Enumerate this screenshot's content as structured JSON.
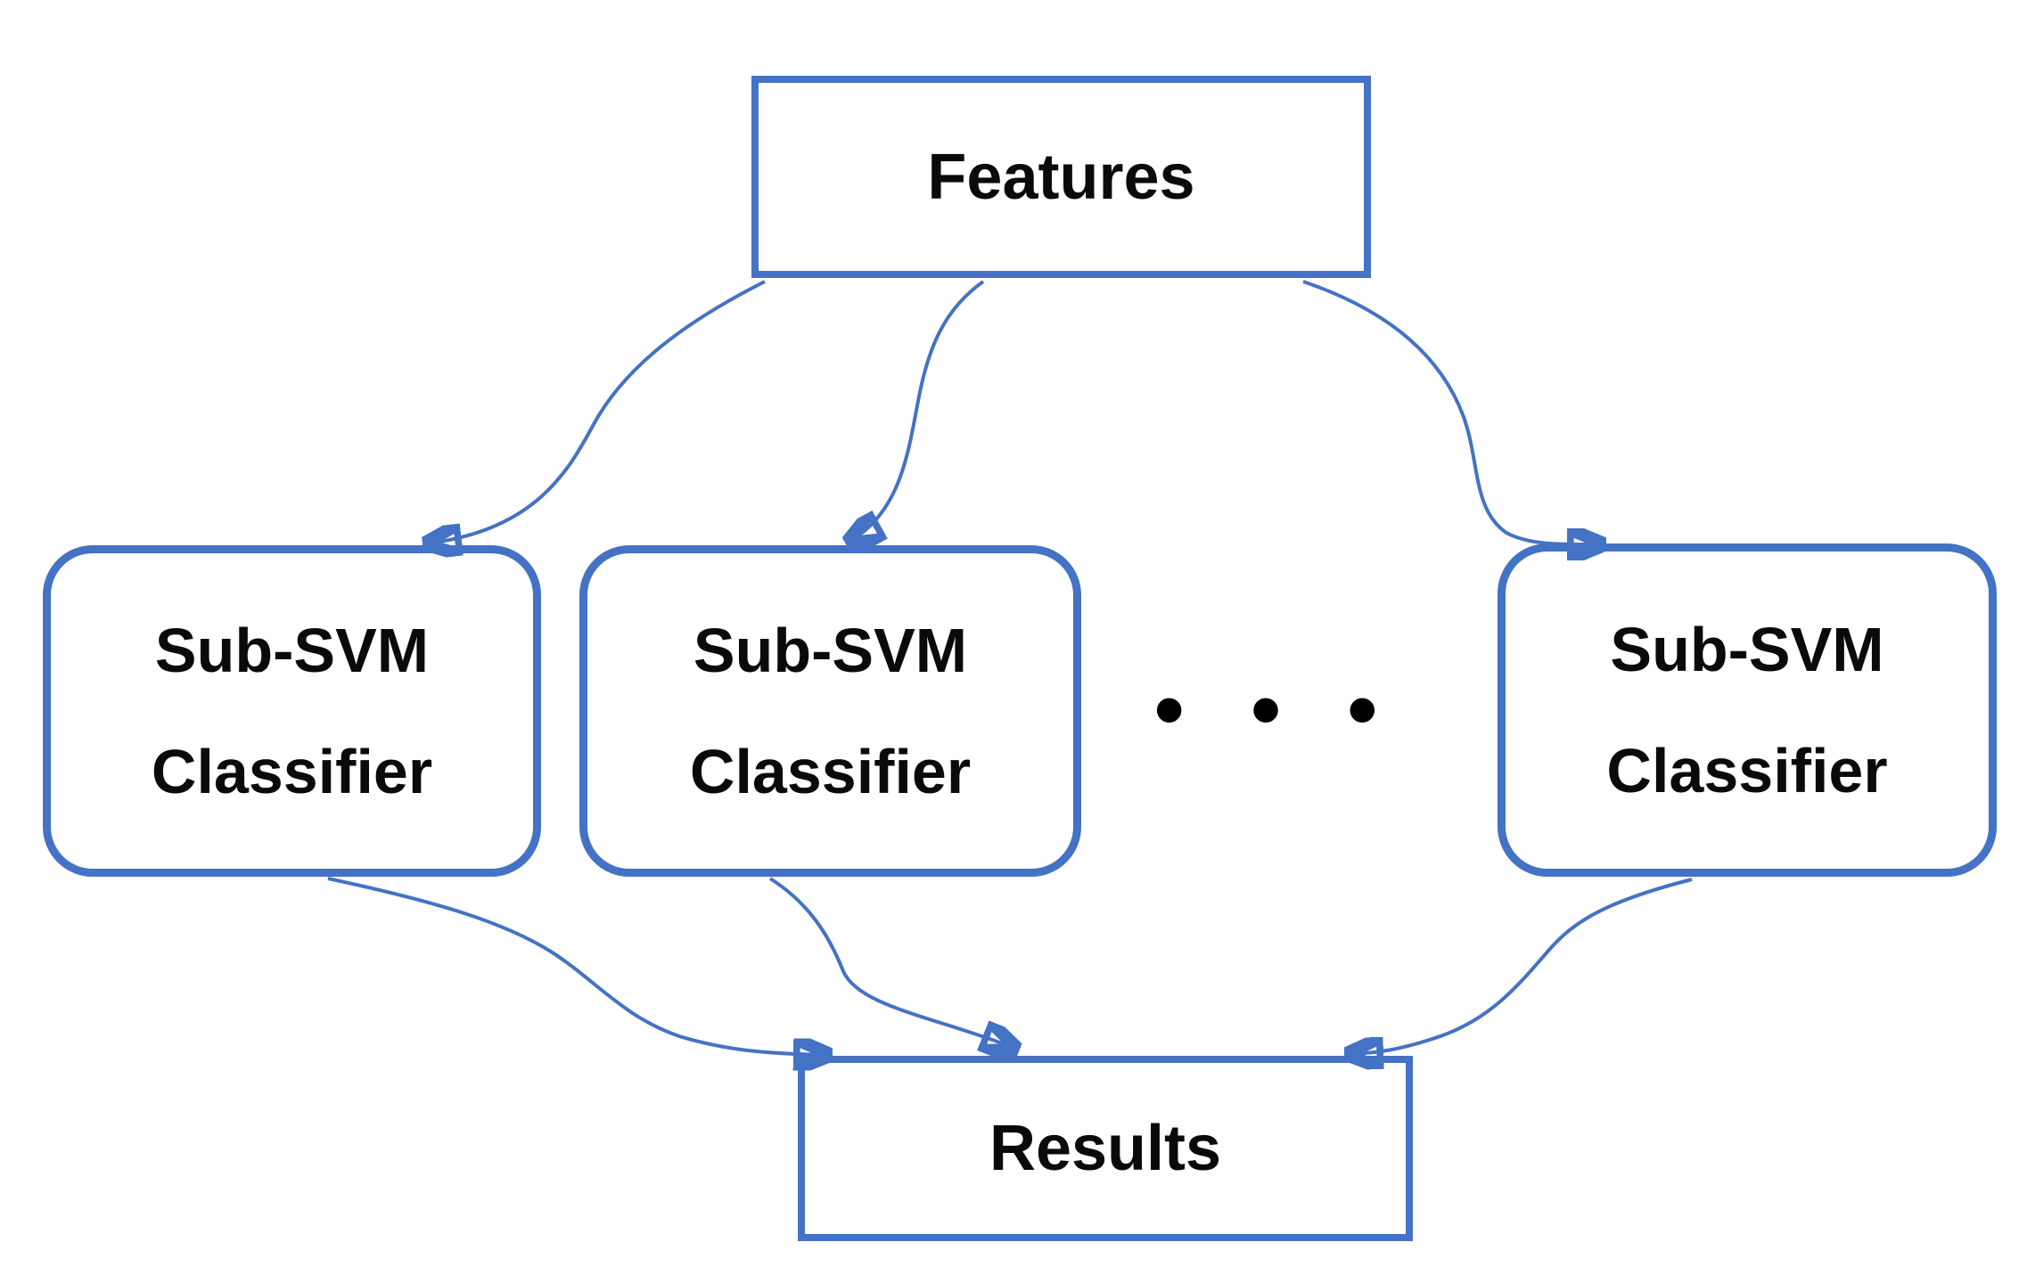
{
  "nodes": {
    "features": {
      "label": "Features"
    },
    "classifiers": [
      {
        "line1": "Sub-SVM",
        "line2": "Classifier"
      },
      {
        "line1": "Sub-SVM",
        "line2": "Classifier"
      },
      {
        "line1": "Sub-SVM",
        "line2": "Classifier"
      }
    ],
    "results": {
      "label": "Results"
    }
  },
  "ellipsis": "• • •",
  "edges": [
    {
      "from": "features",
      "to": "classifier-1"
    },
    {
      "from": "features",
      "to": "classifier-2"
    },
    {
      "from": "features",
      "to": "classifier-3"
    },
    {
      "from": "classifier-1",
      "to": "results"
    },
    {
      "from": "classifier-2",
      "to": "results"
    },
    {
      "from": "classifier-3",
      "to": "results"
    }
  ],
  "colors": {
    "accent": "#4472C4",
    "text": "#000000",
    "background": "#FFFFFF"
  }
}
